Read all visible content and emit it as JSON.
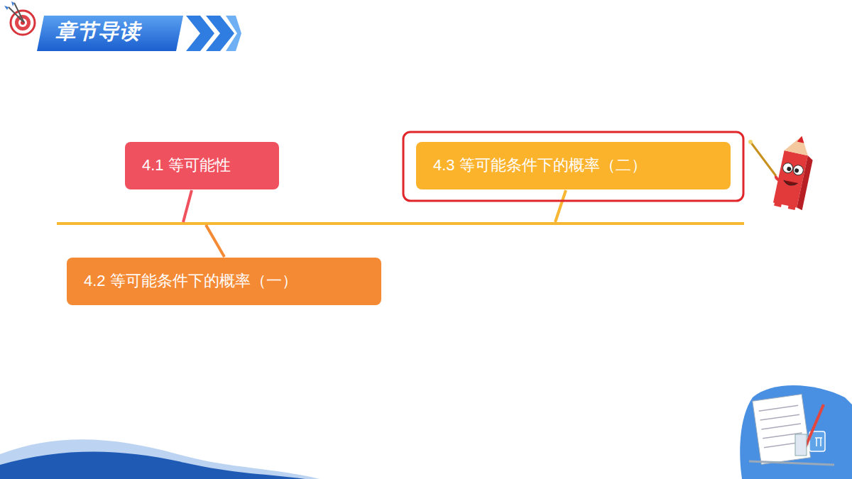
{
  "diagram": {
    "title": "章节导读",
    "nodes": [
      {
        "text": [
          "4.1 等可能性"
        ]
      },
      {
        "text": [
          "4.2 等可能条件下的概率（一）"
        ]
      },
      {
        "text": [
          "4.3 等可能条件下的概率（二）"
        ]
      }
    ]
  }
}
